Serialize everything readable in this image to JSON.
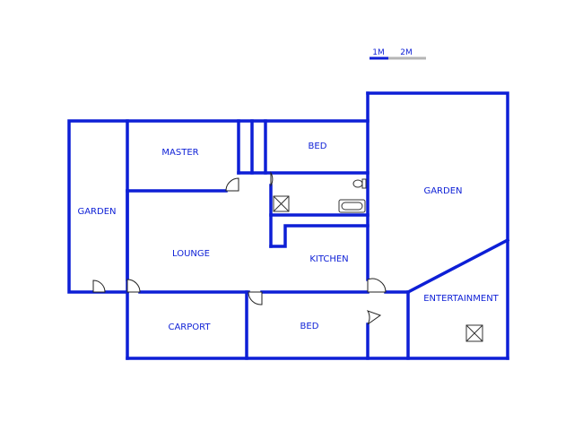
{
  "scale": {
    "label_1": "1M",
    "label_2": "2M"
  },
  "rooms": {
    "garden_left": "GARDEN",
    "master": "MASTER",
    "bed_top": "BED",
    "garden_right": "GARDEN",
    "lounge": "LOUNGE",
    "kitchen": "KITCHEN",
    "entertainment": "ENTERTAINMENT",
    "carport": "CARPORT",
    "bed_bottom": "BED"
  },
  "colors": {
    "wall": "#0d1fd6",
    "scale_grey": "#b5b5b5"
  }
}
